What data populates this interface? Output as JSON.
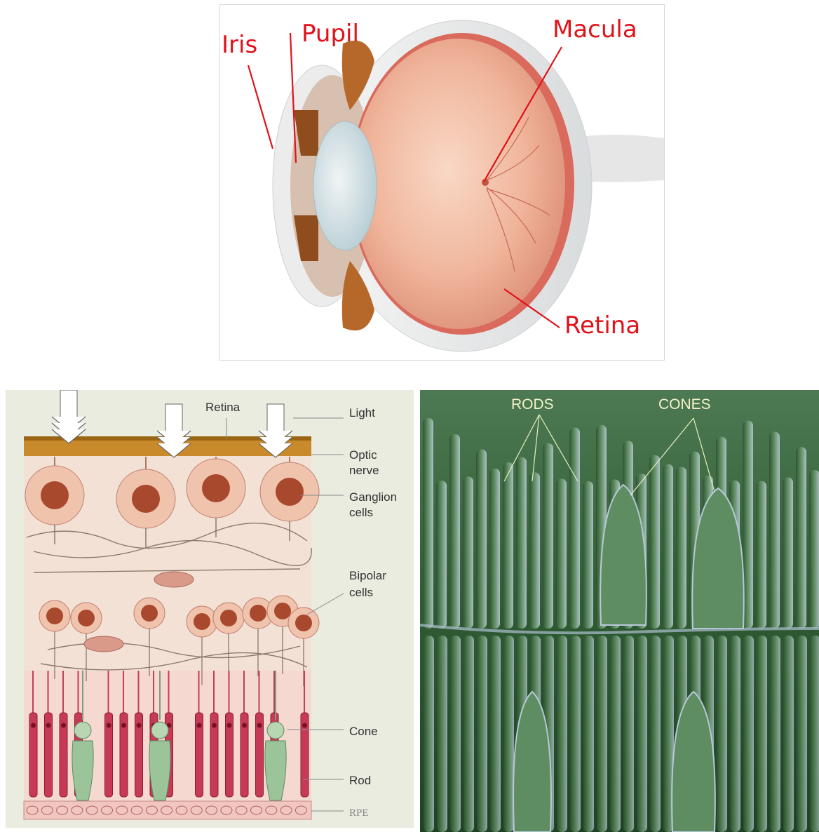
{
  "eye_diagram": {
    "labels": {
      "iris": "Iris",
      "pupil": "Pupil",
      "macula": "Macula",
      "retina": "Retina"
    },
    "label_color": "#e0121a"
  },
  "retina_layers": {
    "labels": {
      "retina": "Retina",
      "light": "Light",
      "optic_nerve_1": "Optic",
      "optic_nerve_2": "nerve",
      "ganglion_1": "Ganglion",
      "ganglion_2": "cells",
      "bipolar_1": "Bipolar",
      "bipolar_2": "cells",
      "cone": "Cone",
      "rod": "Rod",
      "rpe": "RPE"
    }
  },
  "sem_photo": {
    "labels": {
      "rods": "RODS",
      "cones": "CONES"
    }
  }
}
